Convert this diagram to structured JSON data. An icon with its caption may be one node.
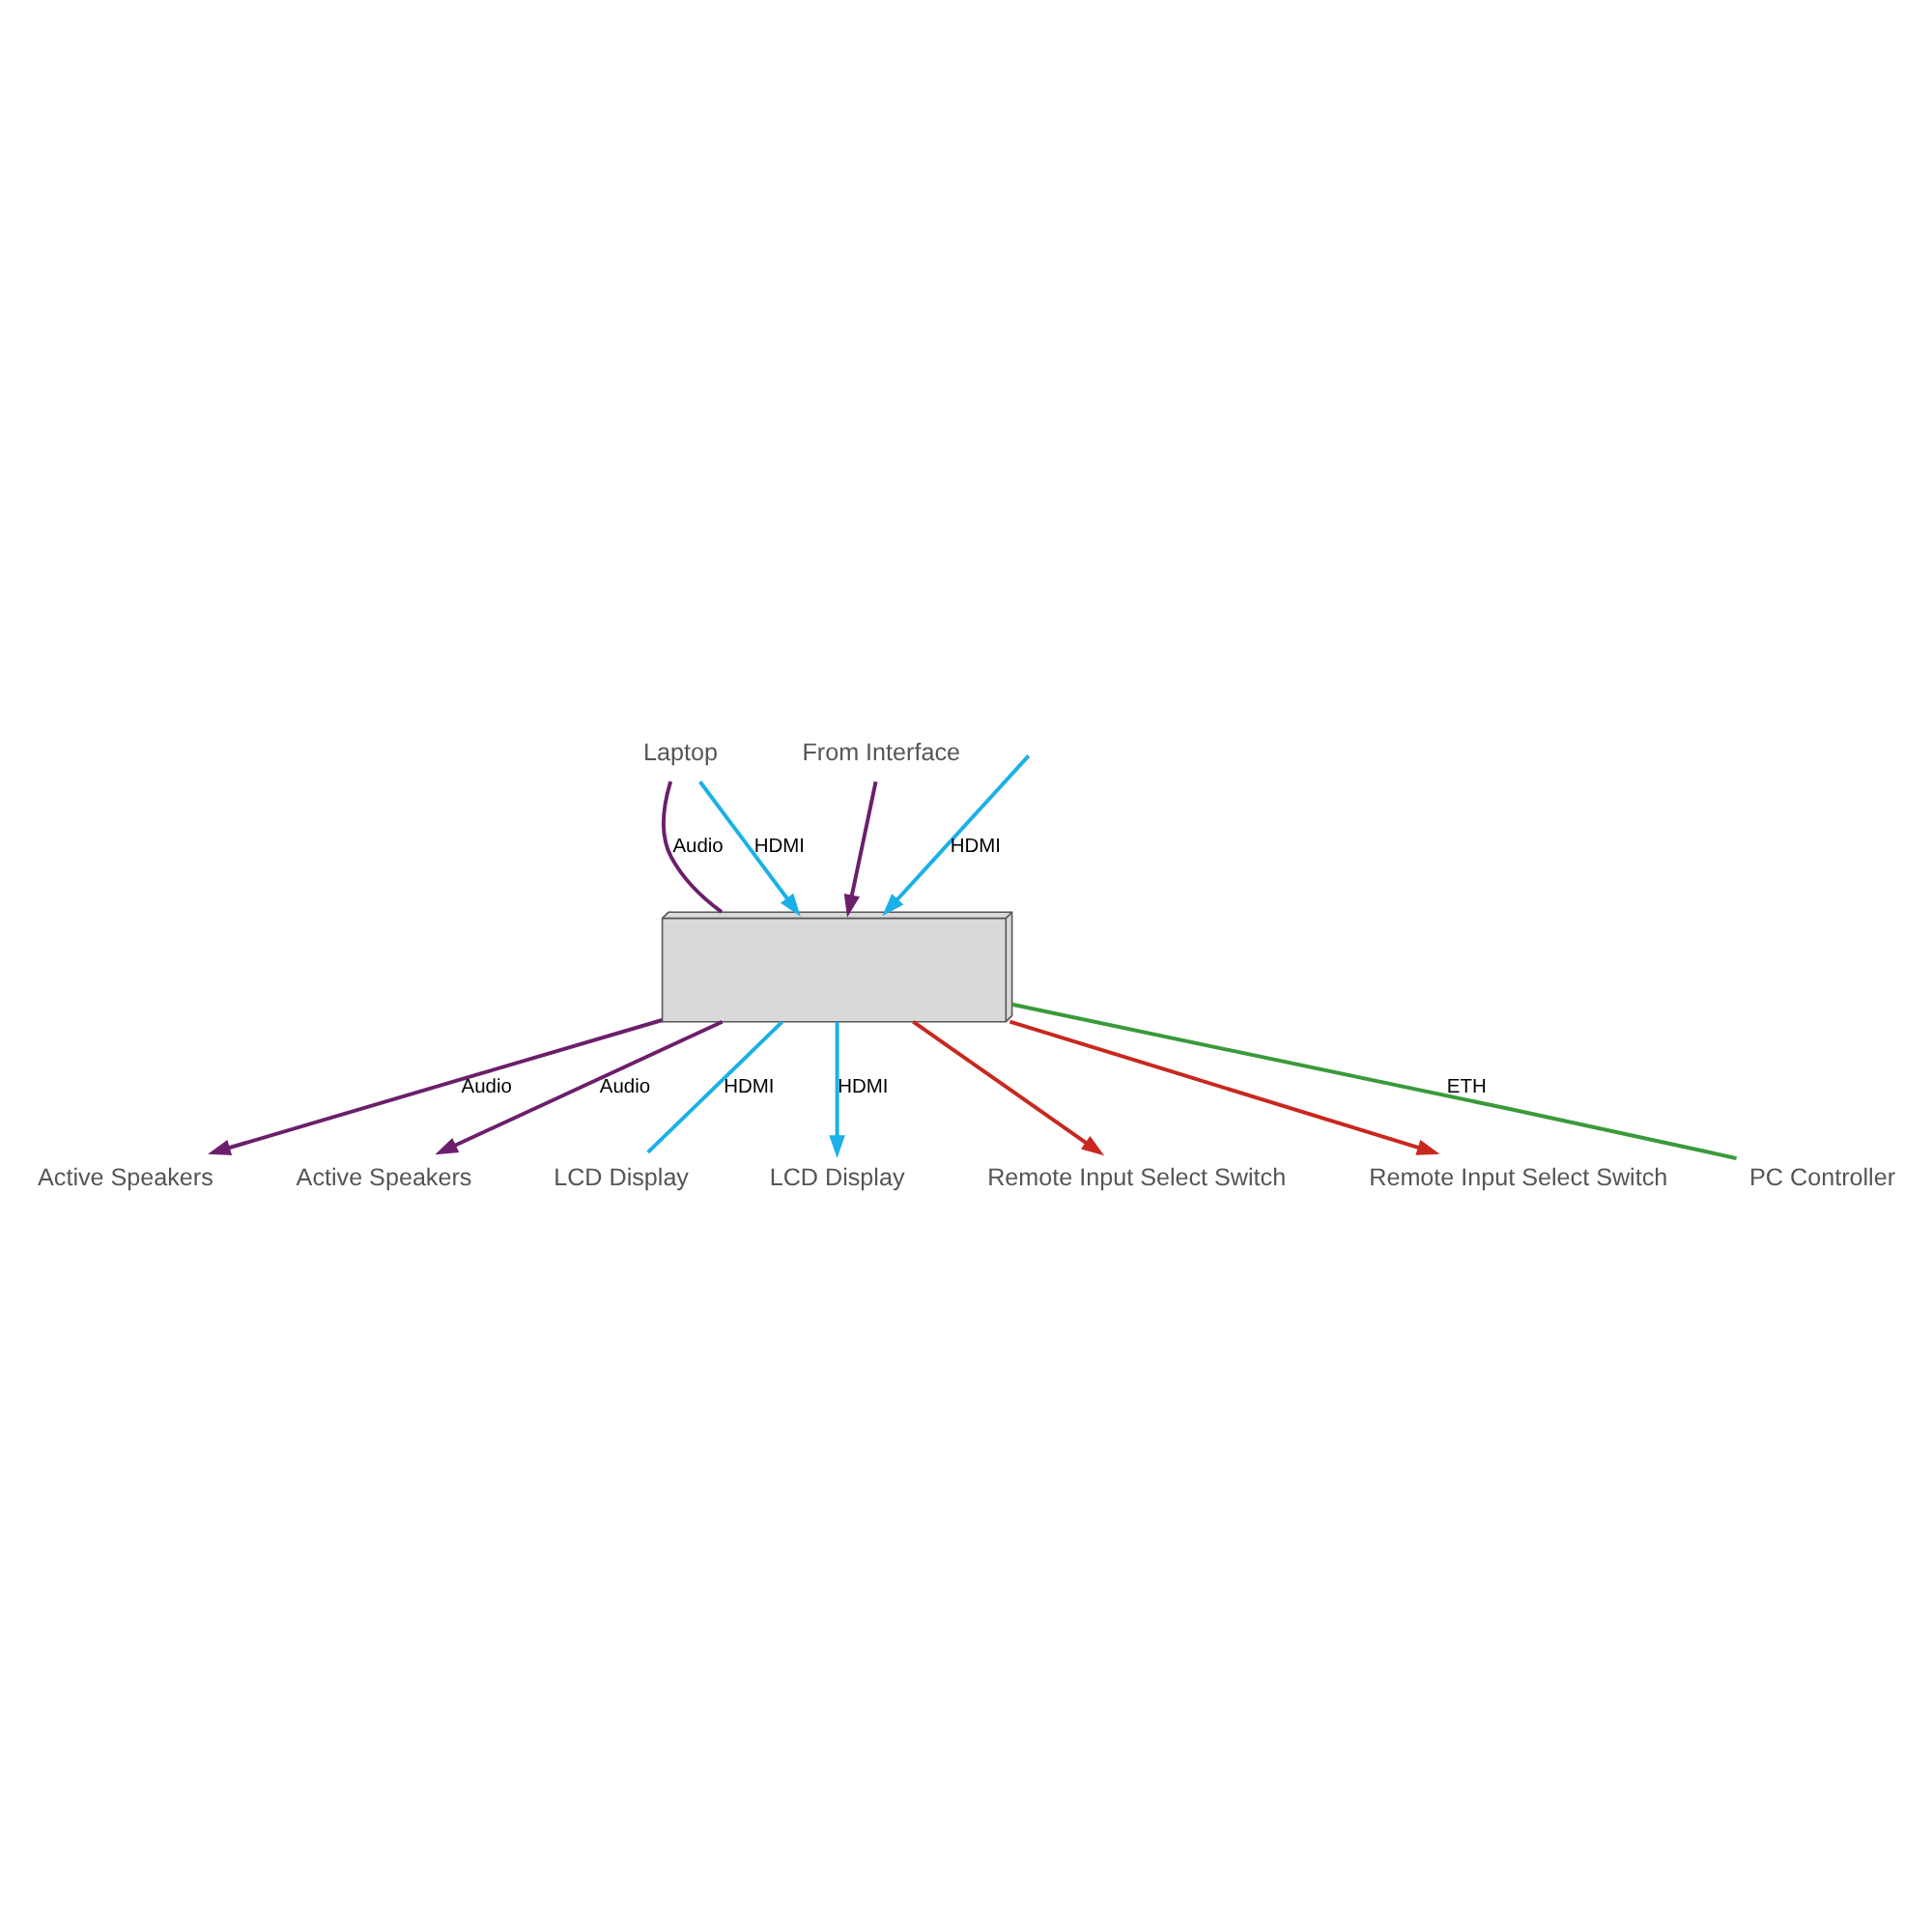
{
  "diagram": {
    "nodes": [
      {
        "text": [],
        "shape": "box"
      },
      {
        "text": [
          "Laptop"
        ]
      },
      {
        "text": [
          "From Interface"
        ]
      },
      {
        "text": [
          "Active Speakers"
        ]
      },
      {
        "text": [
          "Active Speakers"
        ]
      },
      {
        "text": [
          "LCD Display"
        ]
      },
      {
        "text": [
          "LCD Display"
        ]
      },
      {
        "text": [
          "Remote Input Select Switch"
        ]
      },
      {
        "text": [
          "Remote Input Select Switch"
        ]
      },
      {
        "text": [
          "PC Controller"
        ]
      }
    ],
    "edges": [
      {
        "from": 1,
        "to": 0,
        "arrow": "none",
        "label": "Audio",
        "color": "#6b1f6b"
      },
      {
        "from": 1,
        "to": 0,
        "arrow": "to",
        "label": "HDMI",
        "color": "#1ab0e8"
      },
      {
        "from": 2,
        "to": 0,
        "arrow": "to",
        "color": "#6b1f6b"
      },
      {
        "from": null,
        "to": 0,
        "arrow": "to",
        "label": "HDMI",
        "color": "#1ab0e8"
      },
      {
        "from": 0,
        "to": 4,
        "arrow": "to",
        "label": "Audio",
        "color": "#6b1f6b"
      },
      {
        "from": 0,
        "to": 5,
        "arrow": "none",
        "label": "HDMI",
        "color": "#1ab0e8"
      },
      {
        "from": 0,
        "to": 3,
        "arrow": "to",
        "label": "Audio",
        "color": "#6b1f6b"
      },
      {
        "from": 0,
        "to": 6,
        "arrow": "to",
        "label": "HDMI",
        "color": "#1ab0e8"
      },
      {
        "from": 0,
        "to": 7,
        "arrow": "to",
        "color": "#c8281e"
      },
      {
        "from": 0,
        "to": 8,
        "arrow": "to",
        "color": "#c8281e"
      },
      {
        "from": 0,
        "to": 9,
        "arrow": "none",
        "label": "ETH",
        "color": "#3a9a3a"
      }
    ]
  }
}
